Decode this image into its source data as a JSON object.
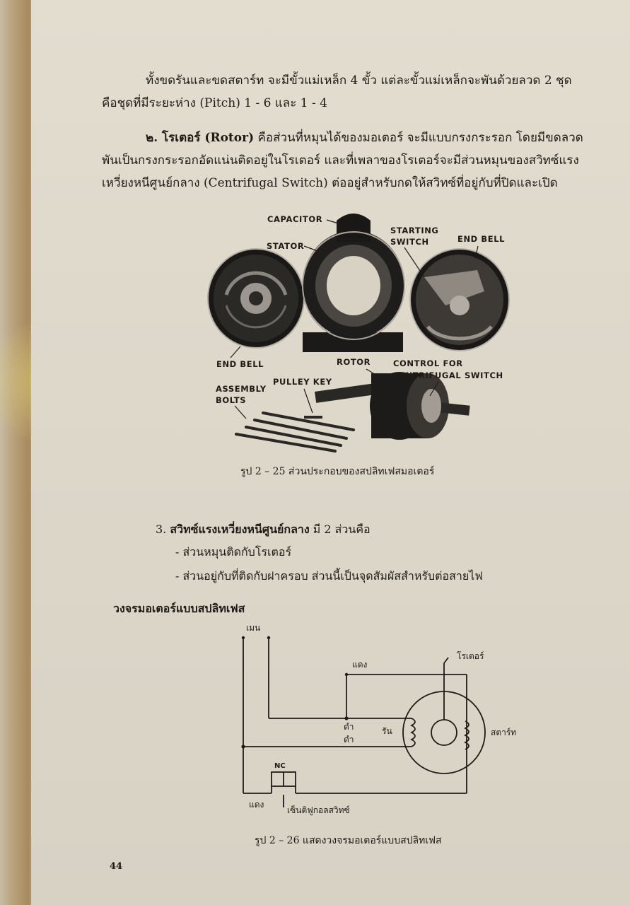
{
  "paragraphs": {
    "p1_line1": "ทั้งขดรันและขดสตาร์ท จะมีขั้วแม่เหล็ก 4 ขั้ว แต่ละขั้วแม่เหล็กจะพันด้วยลวด 2 ชุด",
    "p1_line2": "คือชุดที่มีระยะห่าง (Pitch) 1 - 6 และ 1 - 4",
    "p2_heading": "๒. โรเตอร์ (Rotor)",
    "p2_line1_rest": " คือส่วนที่หมุนได้ของมอเตอร์ จะมีแบบกรงกระรอก โดยมีขดลวด",
    "p2_line2": "พันเป็นกรงกระรอกอัดแน่นติดอยู่ในโรเตอร์  และที่เพลาของโรเตอร์จะมีส่วนหมุนของสวิทซ์แรง",
    "p2_line3": "เหวี่ยงหนีศูนย์กลาง (Centrifugal Switch) ต่ออยู่สำหรับกดให้สวิทซ์ที่อยู่กับที่ปิดและเปิด"
  },
  "figure1": {
    "labels": {
      "capacitor": "CAPACITOR",
      "stator": "STATOR",
      "starting_switch_1": "STARTING",
      "starting_switch_2": "SWITCH",
      "end_bell_right": "END BELL",
      "end_bell_left": "END BELL",
      "rotor": "ROTOR",
      "control_1": "CONTROL FOR",
      "control_2": "CENTRIFUGAL SWITCH",
      "assembly_1": "ASSEMBLY",
      "assembly_2": "BOLTS",
      "pulley_key": "PULLEY KEY"
    },
    "caption": "รูป 2 – 25 ส่วนประกอบของสปลิทเฟสมอเตอร์"
  },
  "section3": {
    "heading_num": "3.",
    "heading_bold": "สวิทซ์แรงเหวี่ยงหนีศูนย์กลาง",
    "heading_rest": " มี 2 ส่วนคือ",
    "item1": "- ส่วนหมุนติดกับโรเตอร์",
    "item2": "- ส่วนอยู่กับที่ติดกับฝาครอบ ส่วนนี้เป็นจุดสัมผัสสำหรับต่อสายไฟ"
  },
  "circuit_heading": "วงจรมอเตอร์แบบสปลิทเฟส",
  "figure2": {
    "labels": {
      "main": "เมน",
      "red_top": "แดง",
      "rotor": "โรเตอร์",
      "black1": "ดำ",
      "black2": "ดำ",
      "run": "รัน",
      "start": "สตาร์ท",
      "nc": "NC",
      "red_bottom": "แดง",
      "centrifugal_switch": "เซ็นติฟูกอลสวิทซ์"
    },
    "caption": "รูป 2 – 26 แสดงวงจรมอเตอร์แบบสปลิทเฟส"
  },
  "page_number": "44"
}
